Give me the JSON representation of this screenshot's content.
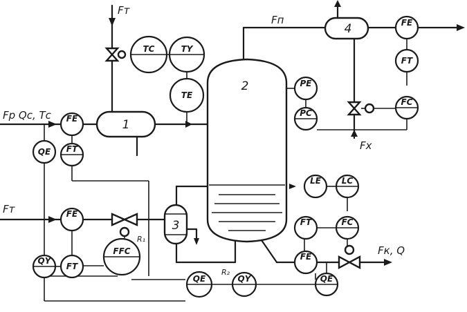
{
  "labels": {
    "feed_top": "Fт",
    "feed_left_top": "Fp Qс, Tс",
    "feed_left_mid": "Fт",
    "vapor_line": "Fп",
    "coolant_in": "Fx",
    "bottom_product": "Fк, Q",
    "r1": "R₁",
    "r2": "R₂"
  },
  "equipment": {
    "heater": "1",
    "column": "2",
    "reboiler": "3",
    "condenser": "4"
  },
  "instruments": {
    "tc": "TC",
    "ty": "TY",
    "te": "TE",
    "fe_feed": "FE",
    "ft_feed": "FT",
    "qe_feed": "QE",
    "fe_heat": "FE",
    "ft_heat": "FT",
    "ffc": "FFC",
    "qy_left": "QY",
    "pe": "PE",
    "pc": "PC",
    "fe_cond": "FE",
    "ft_cond": "FT",
    "fc_cond": "FC",
    "le": "LE",
    "lc": "LC",
    "ft_bot": "FT",
    "fc_bot": "FC",
    "fe_bot": "FE",
    "qe_bot": "QE",
    "qe_mid": "QE",
    "qy_mid": "QY"
  }
}
